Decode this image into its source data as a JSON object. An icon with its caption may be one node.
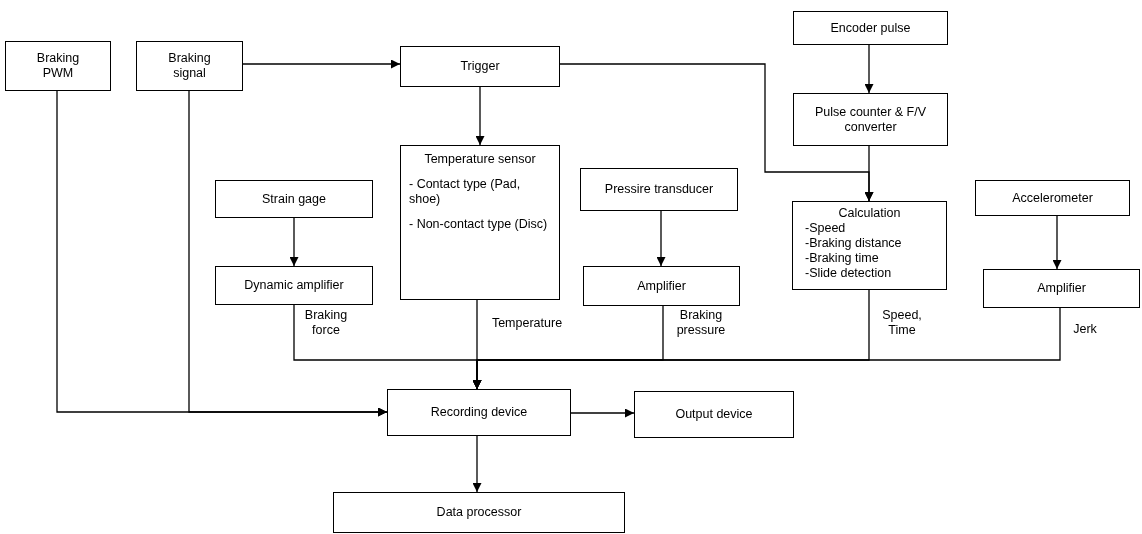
{
  "diagram": {
    "nodes": [
      {
        "text": [
          "Braking PWM"
        ]
      },
      {
        "text": [
          "Braking signal"
        ]
      },
      {
        "text": [
          "Trigger"
        ]
      },
      {
        "text": [
          "Encoder pulse"
        ]
      },
      {
        "text": [
          "Temperature sensor",
          "- Contact type (Pad, shoe)",
          "- Non-contact type (Disc)"
        ]
      },
      {
        "text": [
          "Strain gage"
        ]
      },
      {
        "text": [
          "Pressire transducer"
        ]
      },
      {
        "text": [
          "Pulse counter & F/V converter"
        ]
      },
      {
        "text": [
          "Calculation",
          "-Speed",
          "-Braking distance",
          "-Braking time",
          "-Slide detection"
        ]
      },
      {
        "text": [
          "Accelerometer"
        ]
      },
      {
        "text": [
          "Dynamic amplifier"
        ]
      },
      {
        "text": [
          "Amplifier"
        ]
      },
      {
        "text": [
          "Amplifier"
        ]
      },
      {
        "text": [
          "Recording device"
        ]
      },
      {
        "text": [
          "Output device"
        ]
      },
      {
        "text": [
          "Data processor"
        ]
      }
    ],
    "edges": [
      {
        "from": 0,
        "to": 13,
        "arrow": "to"
      },
      {
        "from": 1,
        "to": 13,
        "arrow": "to"
      },
      {
        "from": 1,
        "to": 2,
        "arrow": "to"
      },
      {
        "from": 2,
        "to": 4,
        "arrow": "to"
      },
      {
        "from": 2,
        "to": 8,
        "arrow": "to"
      },
      {
        "from": 3,
        "to": 7,
        "arrow": "to"
      },
      {
        "from": 7,
        "to": 8,
        "arrow": "to"
      },
      {
        "from": 5,
        "to": 10,
        "arrow": "to"
      },
      {
        "from": 6,
        "to": 11,
        "arrow": "to"
      },
      {
        "from": 9,
        "to": 12,
        "arrow": "to"
      },
      {
        "from": 4,
        "to": 13,
        "arrow": "to",
        "label": "Temperature"
      },
      {
        "from": 10,
        "to": 13,
        "arrow": "to",
        "label": "Braking force"
      },
      {
        "from": 11,
        "to": 13,
        "arrow": "to",
        "label": "Braking pressure"
      },
      {
        "from": 8,
        "to": 13,
        "arrow": "to",
        "label": "Speed, Time"
      },
      {
        "from": 12,
        "to": 13,
        "arrow": "to",
        "label": "Jerk"
      },
      {
        "from": 13,
        "to": 14,
        "arrow": "to"
      },
      {
        "from": 13,
        "to": 15,
        "arrow": "to"
      }
    ]
  }
}
